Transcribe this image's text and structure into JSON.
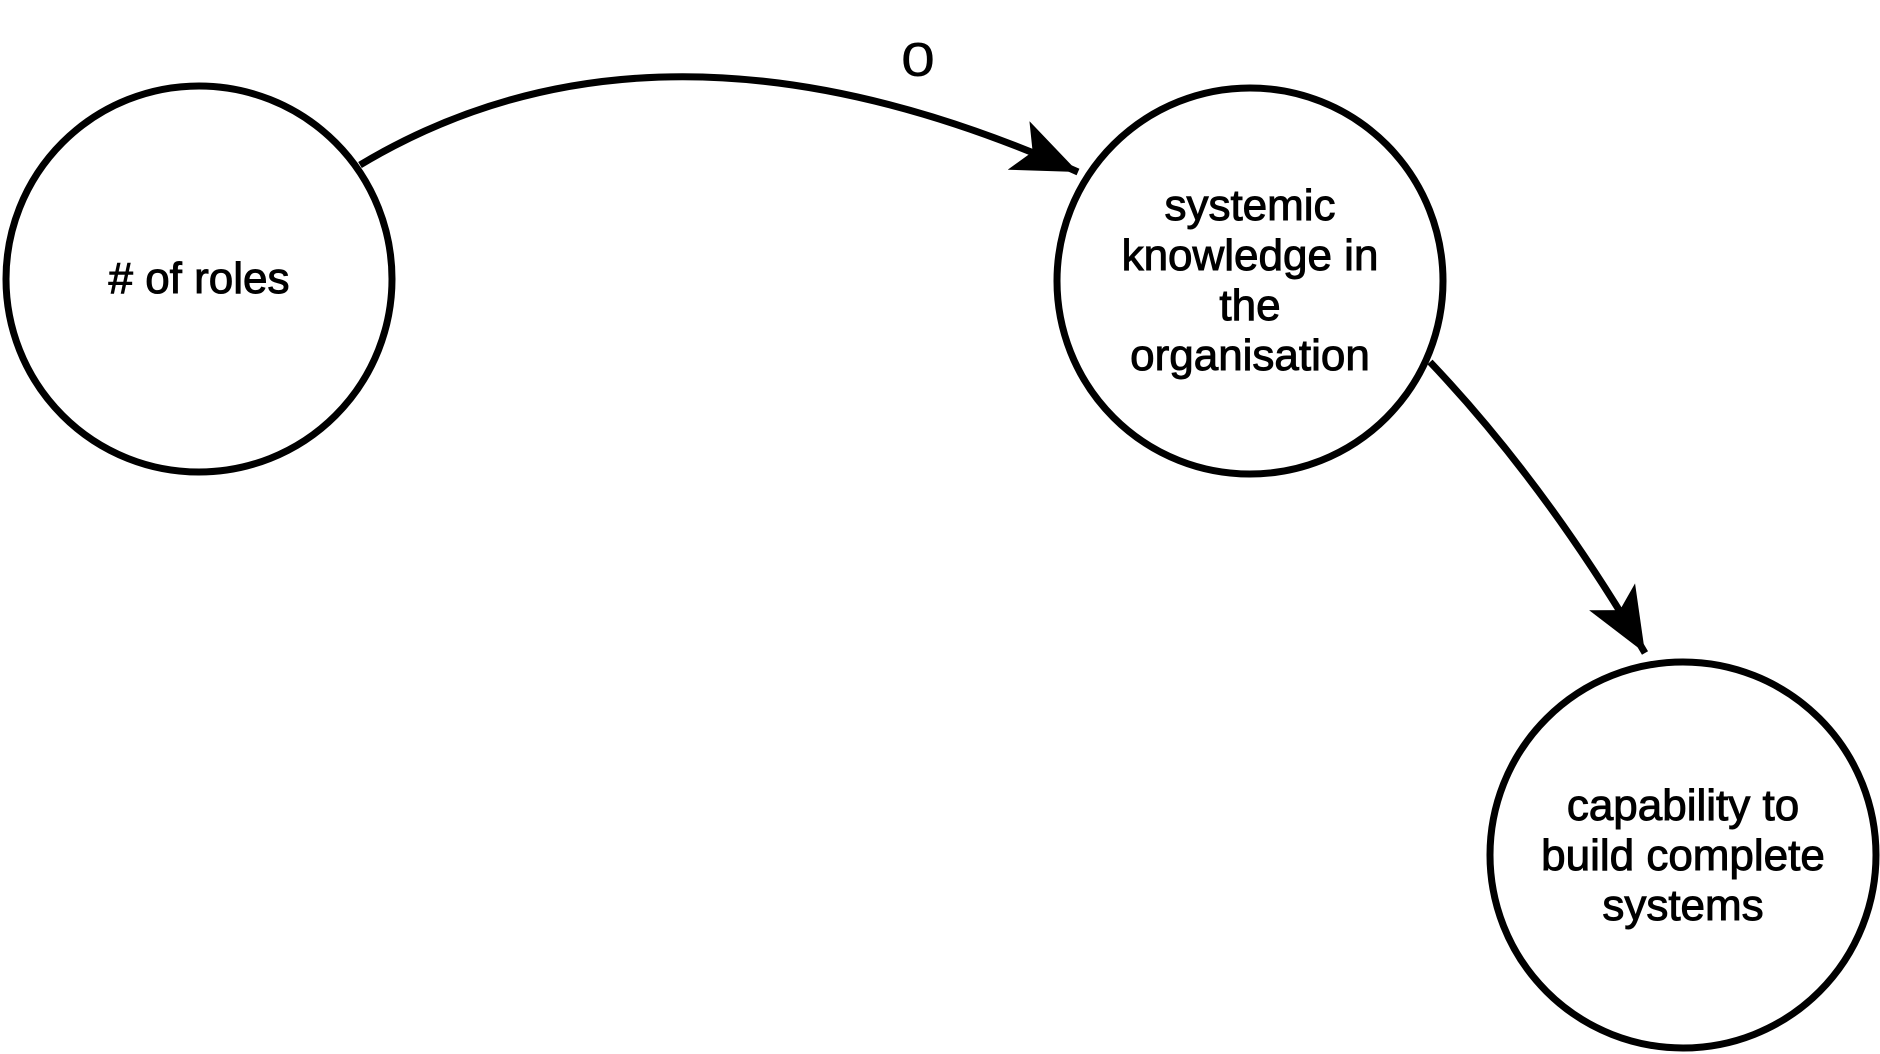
{
  "colors": {
    "background": "#ffffff",
    "stroke": "#000000",
    "text": "#000000"
  },
  "diagram": {
    "nodes": [
      {
        "id": "num-roles",
        "label": "# of roles",
        "lines": [
          "# of roles"
        ]
      },
      {
        "id": "systemic-knowledge",
        "label": "systemic knowledge in the organisation",
        "lines": [
          "systemic",
          "knowledge in",
          "the",
          "organisation"
        ]
      },
      {
        "id": "capability",
        "label": "capability to build complete systems",
        "lines": [
          "capability to",
          "build complete",
          "systems"
        ]
      }
    ],
    "edges": [
      {
        "from": "# of roles",
        "to": "systemic knowledge in the organisation",
        "polarity_label": "o"
      },
      {
        "from": "systemic knowledge in the organisation",
        "to": "capability to build complete systems",
        "polarity_label": ""
      }
    ]
  }
}
